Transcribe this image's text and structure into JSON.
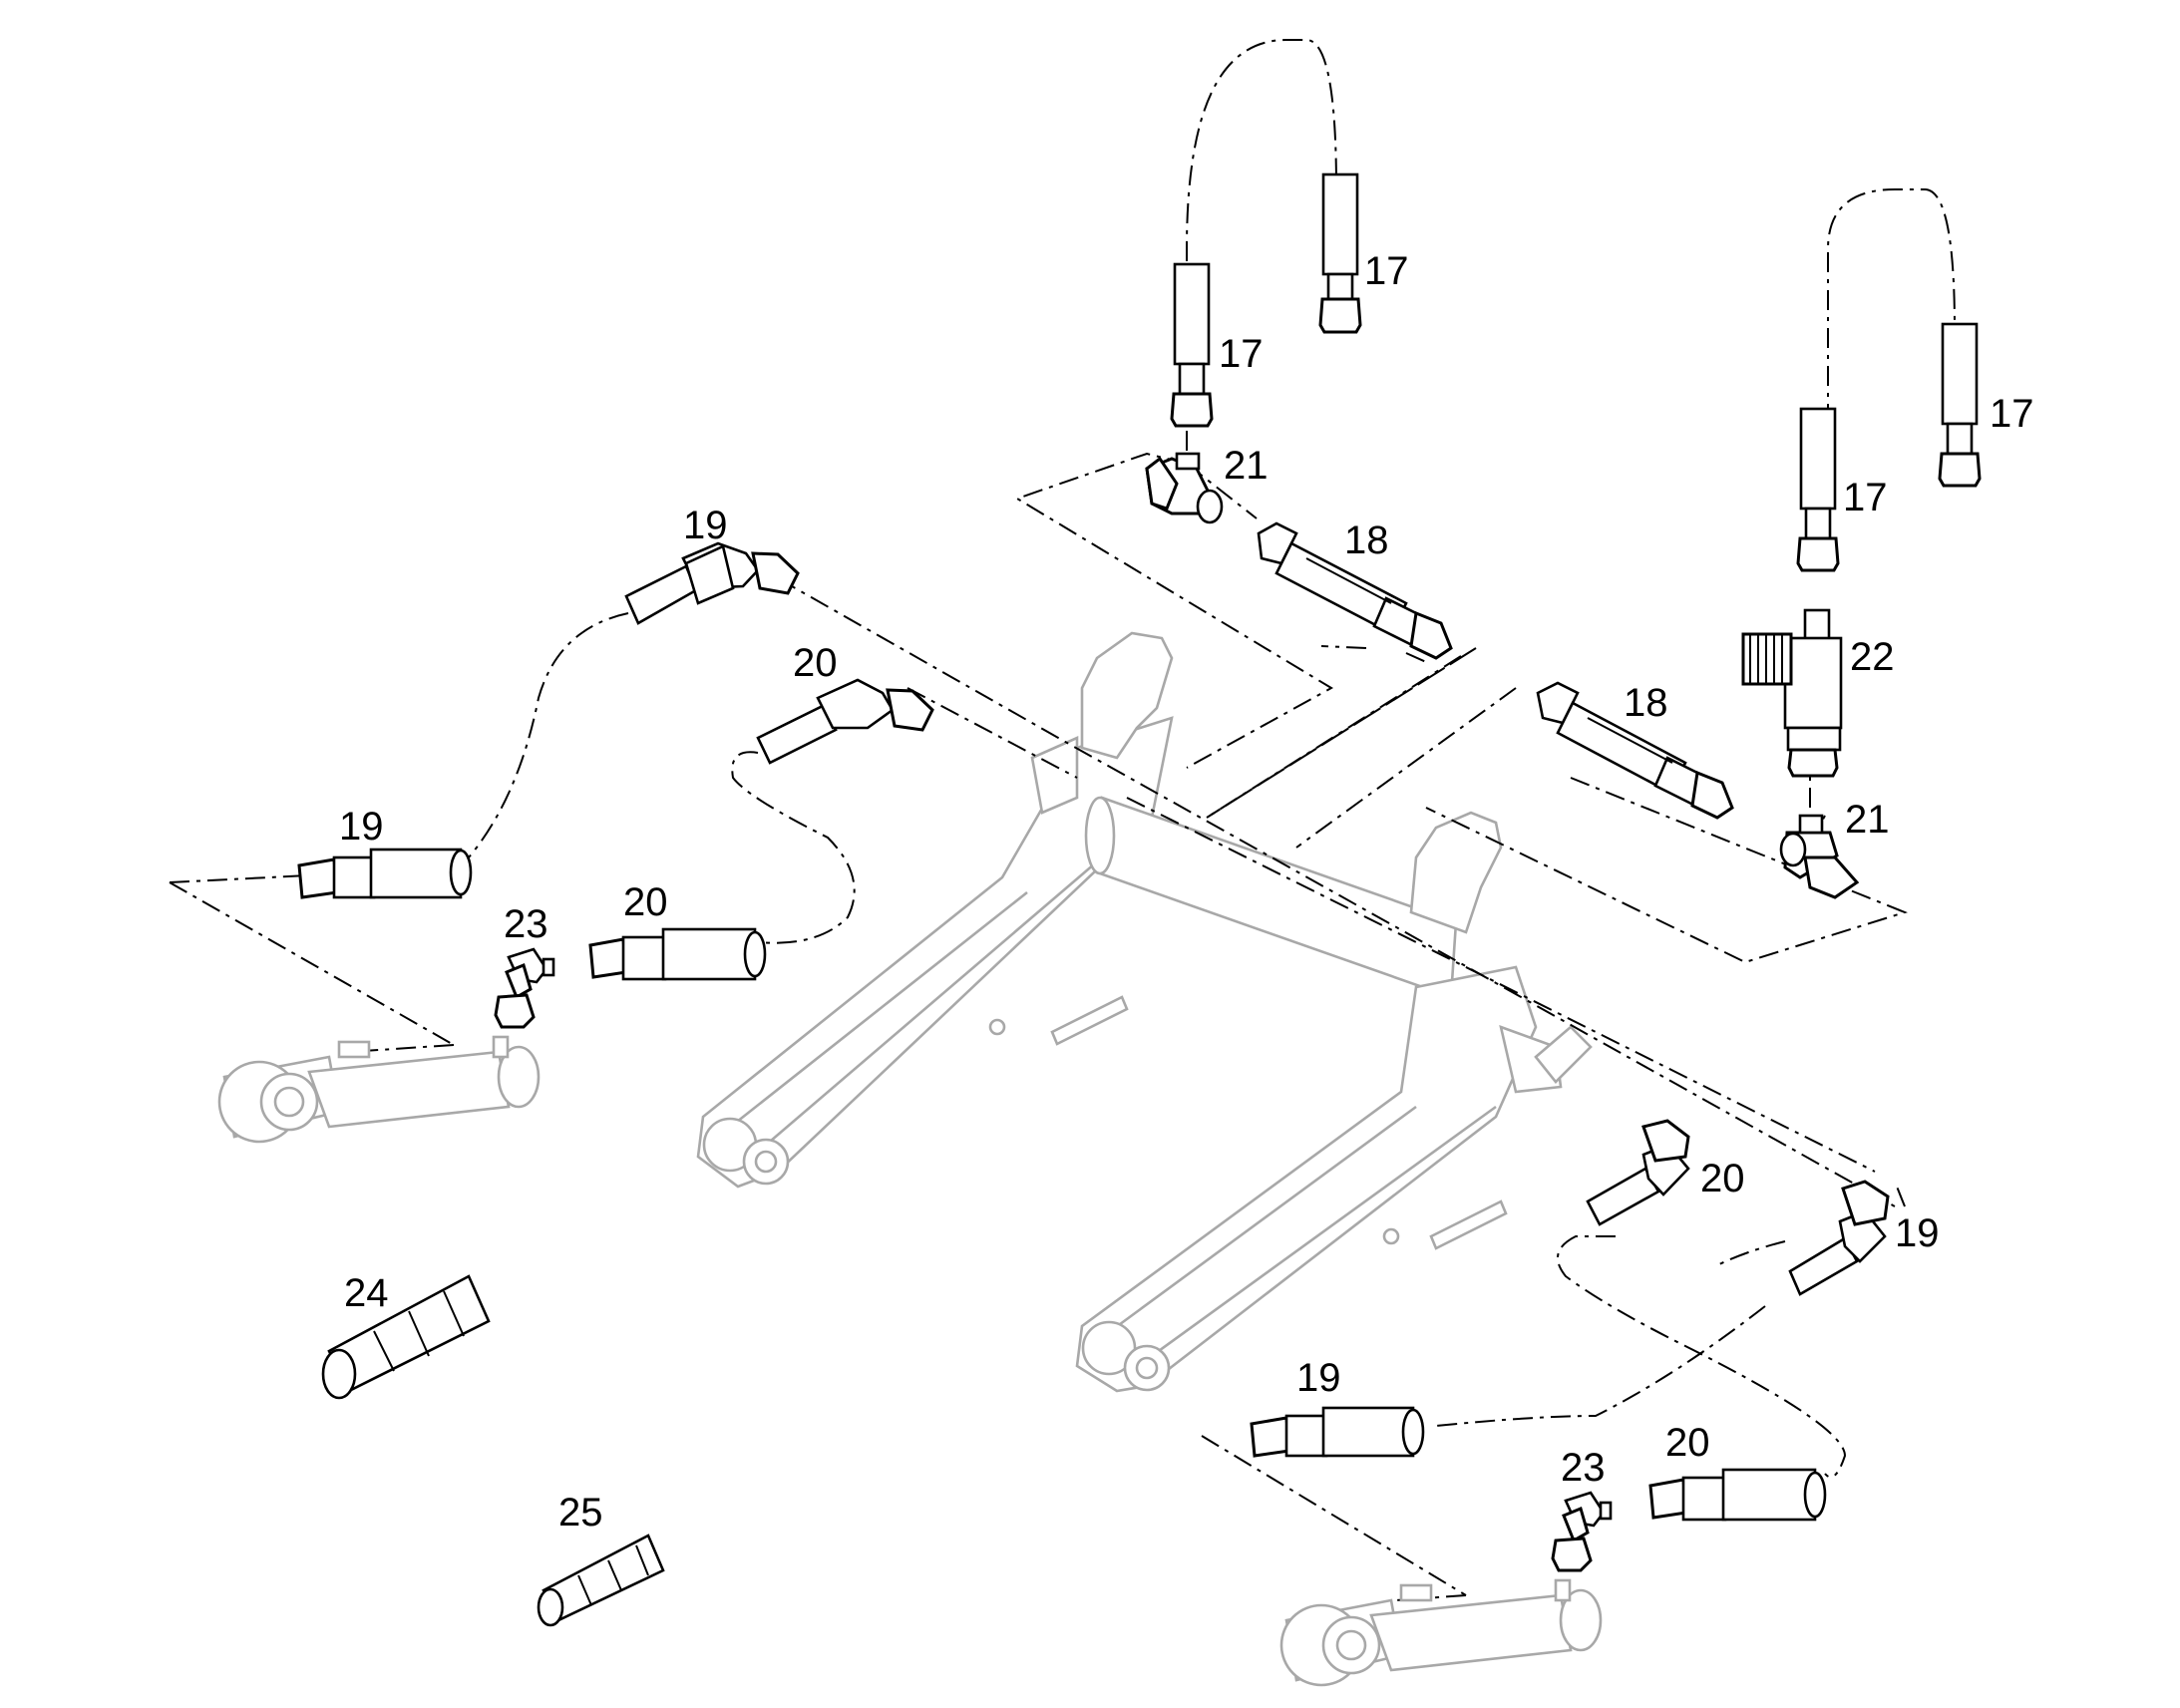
{
  "callouts": {
    "c17a": "17",
    "c17b": "17",
    "c17c": "17",
    "c17d": "17",
    "c18a": "18",
    "c18b": "18",
    "c19a": "19",
    "c19b": "19",
    "c19c": "19",
    "c19d": "19",
    "c20a": "20",
    "c20b": "20",
    "c20c": "20",
    "c20d": "20",
    "c21a": "21",
    "c21b": "21",
    "c22": "22",
    "c23a": "23",
    "c23b": "23",
    "c24": "24",
    "c25": "25"
  },
  "colors": {
    "line": "#000000",
    "frame": "#a8a8a8",
    "background": "#ffffff"
  }
}
